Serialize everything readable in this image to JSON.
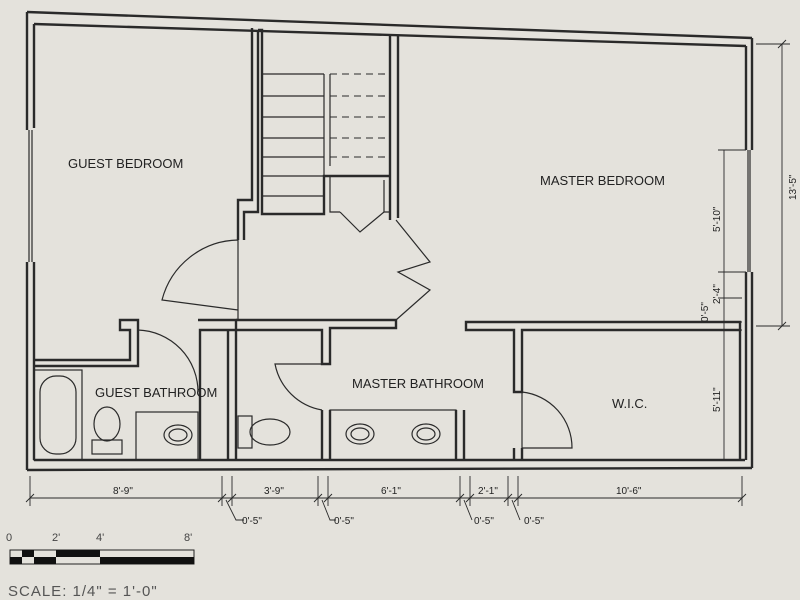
{
  "rooms": {
    "guest_bedroom": "GUEST BEDROOM",
    "master_bedroom": "MASTER BEDROOM",
    "guest_bathroom": "GUEST BATHROOM",
    "master_bathroom": "MASTER BATHROOM",
    "wic": "W.I.C."
  },
  "dimensions": {
    "bottom": [
      "8'-9\"",
      "3'-9\"",
      "6'-1\"",
      "2'-1\"",
      "10'-6\""
    ],
    "bottom_offsets": [
      "0'-5\"",
      "0'-5\"",
      "0'-5\"",
      "0'-5\""
    ],
    "right": {
      "overall": "13'-5\"",
      "window": "5'-10\"",
      "small_a": "2'-4\"",
      "small_b": "0'-5\"",
      "wic": "5'-11\""
    }
  },
  "scale_bar": {
    "ticks": [
      "0",
      "2'",
      "4'",
      "8'"
    ],
    "text": "SCALE: 1/4\" = 1'-0\""
  }
}
